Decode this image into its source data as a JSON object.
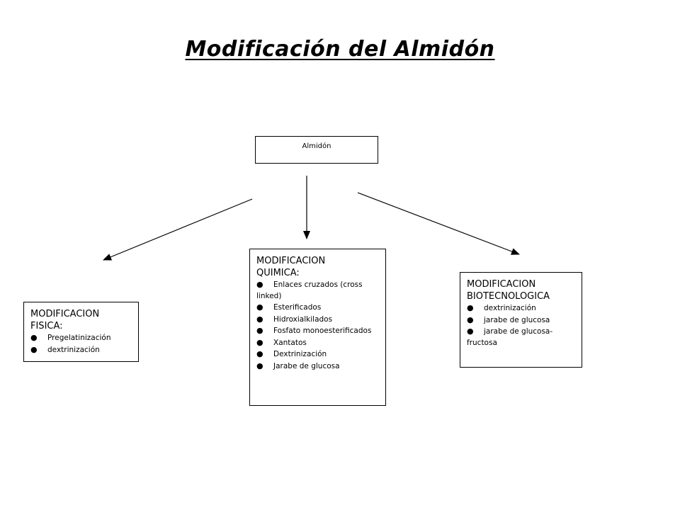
{
  "title": "Modificación del Almidón",
  "root": {
    "label": "Almidón"
  },
  "branches": {
    "fisica": {
      "heading_line1": "MODIFICACION",
      "heading_line2": "FISICA:",
      "items": [
        "Pregelatinización",
        "dextrinización"
      ]
    },
    "quimica": {
      "heading_line1": "MODIFICACION",
      "heading_line2": "QUIMICA:",
      "items": [
        "Enlaces cruzados (cross linked)",
        "Esterificados",
        "Hidroxialkilados",
        "Fosfato monoesterificados",
        "Xantatos",
        "Dextrinización",
        "Jarabe de glucosa"
      ]
    },
    "biotecnologica": {
      "heading_line1": "MODIFICACION",
      "heading_line2": "BIOTECNOLOGICA",
      "items": [
        "dextrinización",
        "jarabe de glucosa",
        "jarabe de glucosa-fructosa"
      ]
    }
  },
  "bullet_glyph": "●",
  "colors": {
    "line": "#000000",
    "background": "#ffffff"
  }
}
